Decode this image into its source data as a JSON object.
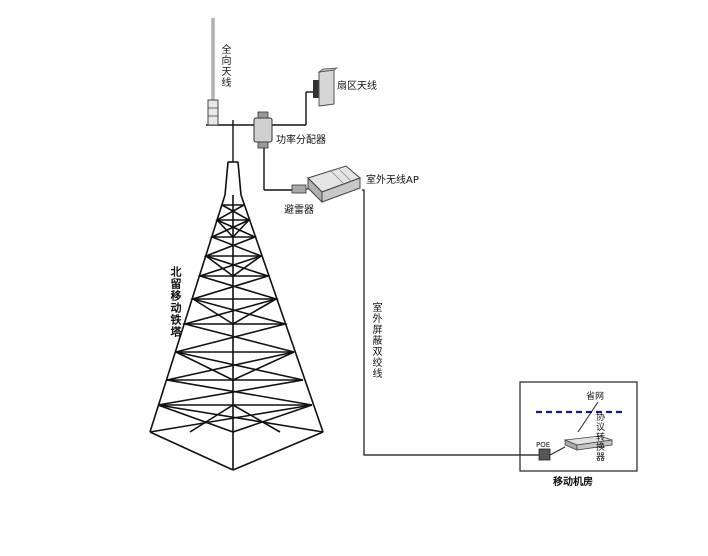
{
  "labels": {
    "omni_antenna": "全向天线",
    "sector_antenna": "扇区天线",
    "power_splitter": "功率分配器",
    "lightning_arrester": "避雷器",
    "outdoor_ap": "室外无线AP",
    "tower": "北留移动铁塔",
    "cable": "室外屏蔽双绞线",
    "network": "省网",
    "converter": "协议转换器",
    "poe": "POE",
    "machine_room": "移动机房"
  },
  "colors": {
    "line": "#111111",
    "dashed_network": "#1a1a8c",
    "device_fill": "#cfcfcf",
    "ap_fill": "#b8b8b8"
  }
}
